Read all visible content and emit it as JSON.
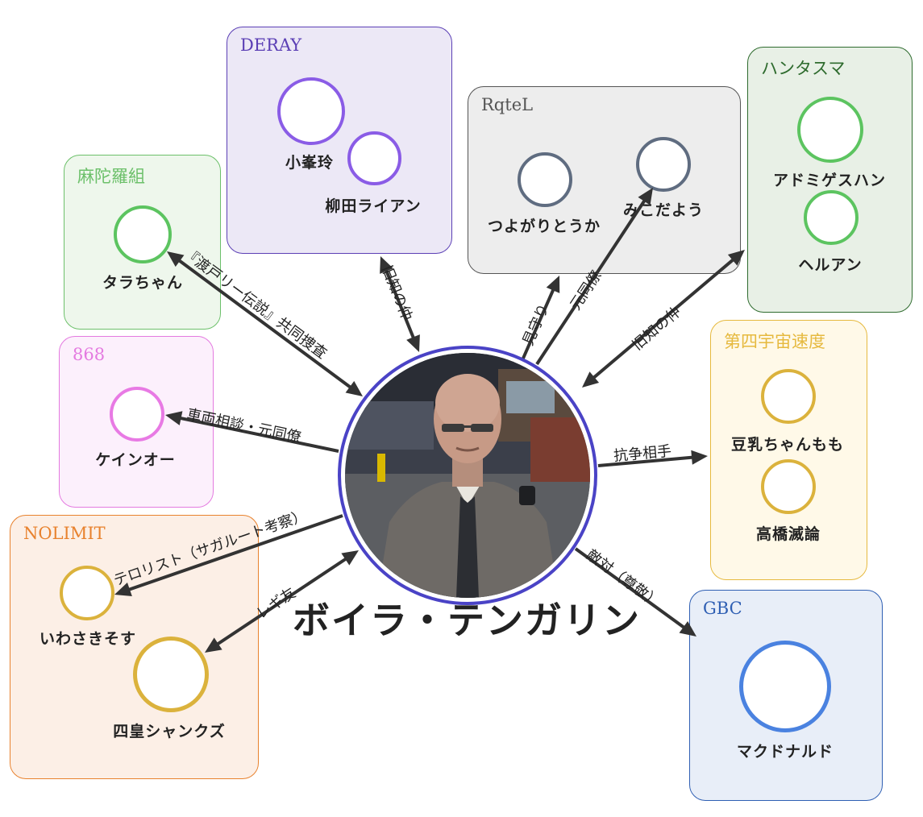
{
  "center": {
    "name": "ボイラ・テンガリン",
    "ring_color": "#4a43c6"
  },
  "groups": [
    {
      "id": "deray",
      "title": "DERAY",
      "color": "#5b3fb5",
      "fill": "#ece8f6",
      "members": [
        {
          "name": "小峯玲"
        },
        {
          "name": "柳田ライアン"
        }
      ]
    },
    {
      "id": "mandara",
      "title": "麻陀羅組",
      "color": "#6cc06a",
      "fill": "#eef7ec",
      "members": [
        {
          "name": "タラちゃん"
        }
      ]
    },
    {
      "id": "868",
      "title": "868",
      "color": "#e47ae0",
      "fill": "#fcf0fc",
      "members": [
        {
          "name": "ケインオー"
        }
      ]
    },
    {
      "id": "nolimit",
      "title": "NOLIMIT",
      "color": "#e8822e",
      "fill": "#fcefe6",
      "members": [
        {
          "name": "いわさきそす"
        },
        {
          "name": "四皇シャンクズ"
        }
      ]
    },
    {
      "id": "rqtel",
      "title": "RqteL",
      "color": "#555555",
      "fill": "#ededed",
      "members": [
        {
          "name": "つよがりとうか"
        },
        {
          "name": "みこだよう"
        }
      ]
    },
    {
      "id": "huntasma",
      "title": "ハンタスマ",
      "color": "#2e6b2e",
      "fill": "#e8f0e6",
      "members": [
        {
          "name": "アドミゲスハン"
        },
        {
          "name": "ヘルアン"
        }
      ]
    },
    {
      "id": "daishi",
      "title": "第四宇宙速度",
      "color": "#e6b93e",
      "fill": "#fff9e8",
      "members": [
        {
          "name": "豆乳ちゃんもも"
        },
        {
          "name": "高橋滅論"
        }
      ]
    },
    {
      "id": "gbc",
      "title": "GBC",
      "color": "#2f5fb3",
      "fill": "#e8eef8",
      "members": [
        {
          "name": "マクドナルド"
        }
      ]
    }
  ],
  "relations": [
    {
      "label": "『渡戸リー伝説』共同捜査"
    },
    {
      "label": "旧知の仲"
    },
    {
      "label": "見守り"
    },
    {
      "label": "元同僚"
    },
    {
      "label": "旧知の仲"
    },
    {
      "label": "車両相談・元同僚"
    },
    {
      "label": "抗争相手"
    },
    {
      "label": "テロリスト（サガルート考察）"
    },
    {
      "label": "レギ友"
    },
    {
      "label": "敵対（尊敬）"
    }
  ],
  "colors": {
    "edge": "#333333",
    "node_purple": "#8a5ce6",
    "node_green": "#5cc460",
    "node_pink": "#e87ae4",
    "node_gold": "#dbb23c",
    "node_slate": "#5f6c80",
    "node_blue": "#4a82e0"
  }
}
